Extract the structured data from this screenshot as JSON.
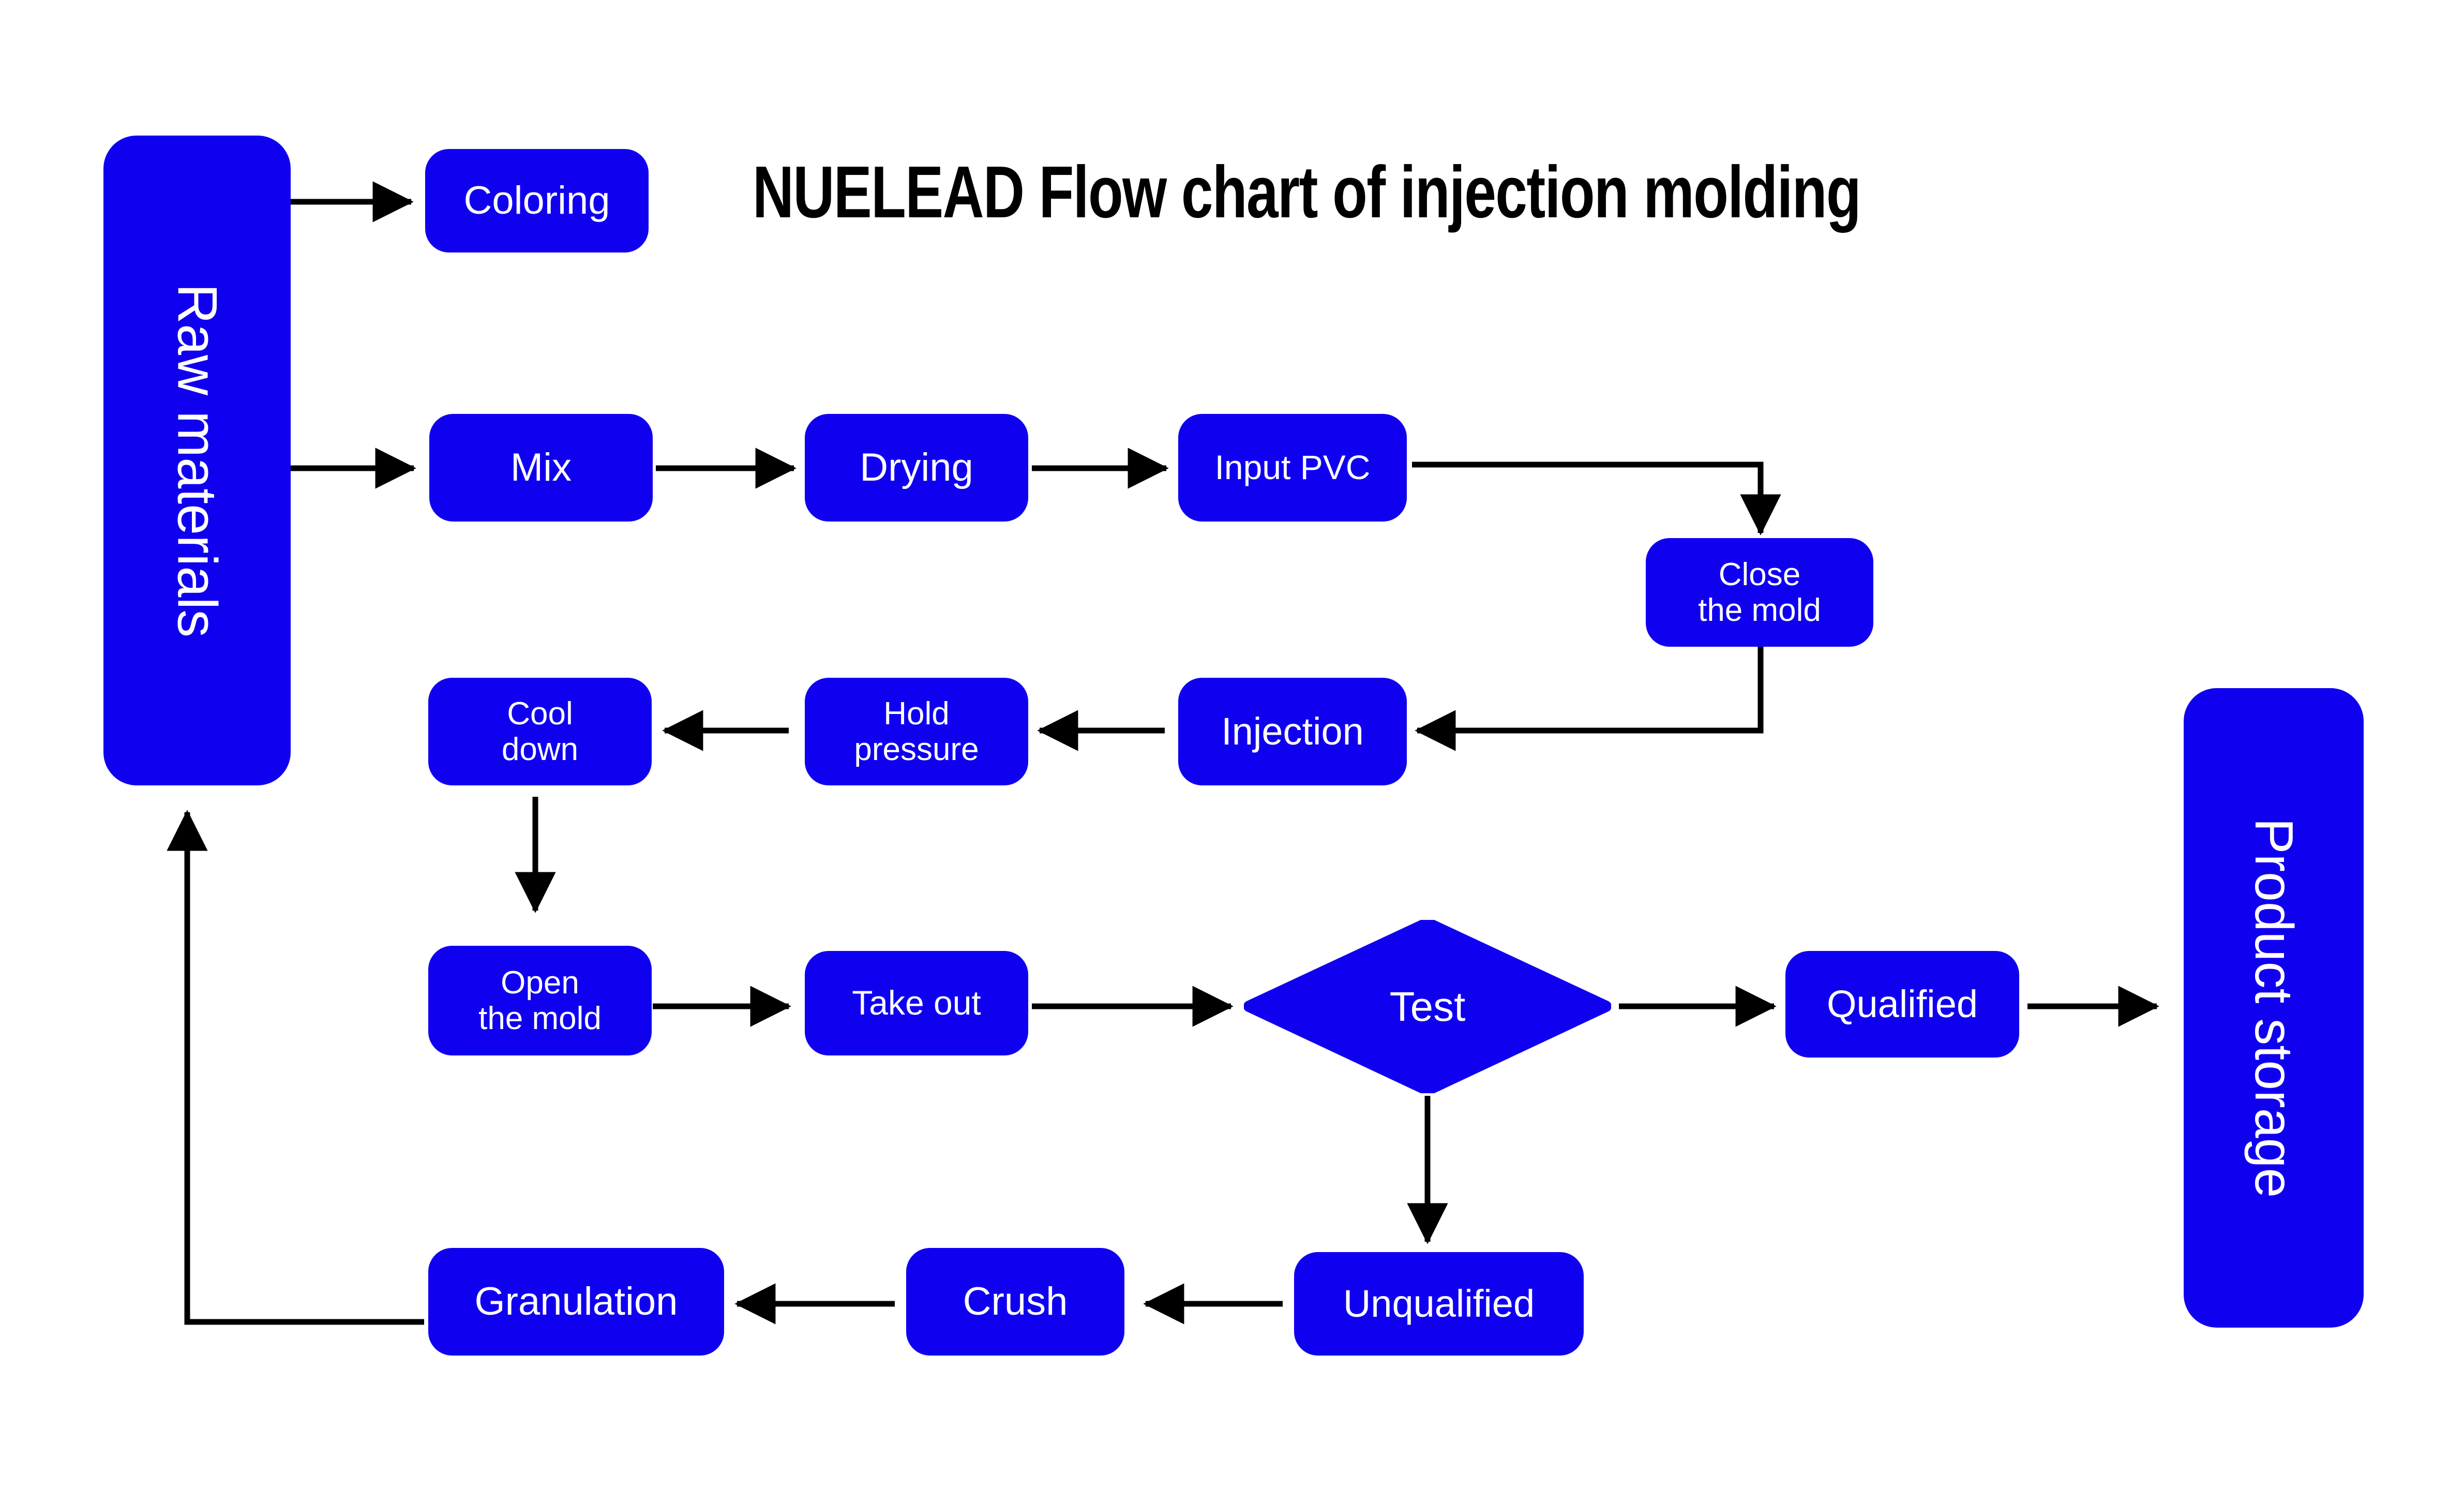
{
  "title": "NUELEAD Flow chart of injection molding",
  "colors": {
    "node_fill": "#1000f0",
    "node_text": "#ffffff",
    "edge": "#000000",
    "title_text": "#000000",
    "background": "#ffffff"
  },
  "nodes": {
    "raw_materials": "Raw materials",
    "coloring": "Coloring",
    "mix": "Mix",
    "drying": "Drying",
    "input_pvc": "Input PVC",
    "close_mold": "Close\nthe mold",
    "injection": "Injection",
    "hold_pressure": "Hold\npressure",
    "cool_down": "Cool\ndown",
    "open_mold": "Open\nthe mold",
    "take_out": "Take out",
    "test": "Test",
    "qualified": "Qualified",
    "unqualified": "Unqualified",
    "crush": "Crush",
    "granulation": "Granulation",
    "product_storage": "Product storage"
  },
  "edges": [
    {
      "from": "raw_materials",
      "to": "coloring",
      "label": ""
    },
    {
      "from": "raw_materials",
      "to": "mix",
      "label": ""
    },
    {
      "from": "mix",
      "to": "drying",
      "label": ""
    },
    {
      "from": "drying",
      "to": "input_pvc",
      "label": ""
    },
    {
      "from": "input_pvc",
      "to": "close_mold",
      "label": ""
    },
    {
      "from": "close_mold",
      "to": "injection",
      "label": ""
    },
    {
      "from": "injection",
      "to": "hold_pressure",
      "label": ""
    },
    {
      "from": "hold_pressure",
      "to": "cool_down",
      "label": ""
    },
    {
      "from": "cool_down",
      "to": "open_mold",
      "label": ""
    },
    {
      "from": "open_mold",
      "to": "take_out",
      "label": ""
    },
    {
      "from": "take_out",
      "to": "test",
      "label": ""
    },
    {
      "from": "test",
      "to": "qualified",
      "label": ""
    },
    {
      "from": "test",
      "to": "unqualified",
      "label": ""
    },
    {
      "from": "qualified",
      "to": "product_storage",
      "label": ""
    },
    {
      "from": "unqualified",
      "to": "crush",
      "label": ""
    },
    {
      "from": "crush",
      "to": "granulation",
      "label": ""
    },
    {
      "from": "granulation",
      "to": "raw_materials",
      "label": ""
    }
  ]
}
